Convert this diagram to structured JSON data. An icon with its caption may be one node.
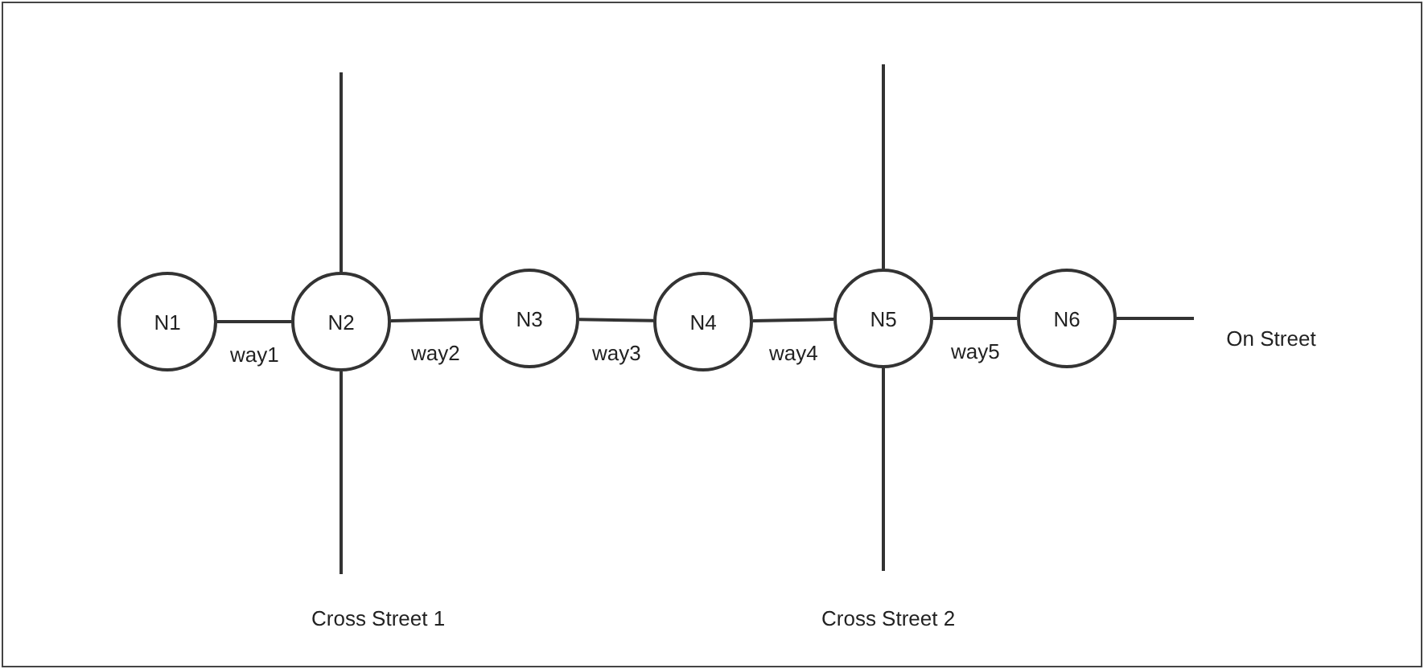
{
  "diagram": {
    "nodes": [
      {
        "text": [
          "N1"
        ]
      },
      {
        "text": [
          "N2"
        ]
      },
      {
        "text": [
          "N3"
        ]
      },
      {
        "text": [
          "N4"
        ]
      },
      {
        "text": [
          "N5"
        ]
      },
      {
        "text": [
          "N6"
        ]
      },
      {
        "text": [
          "On Street"
        ]
      }
    ],
    "edges": [
      {
        "from": 0,
        "to": 1,
        "arrow": "none",
        "label": "way1"
      },
      {
        "from": 1,
        "to": 2,
        "arrow": "none",
        "label": "way2"
      },
      {
        "from": 2,
        "to": 3,
        "arrow": "none",
        "label": "way3"
      },
      {
        "from": 3,
        "to": 4,
        "arrow": "none",
        "label": "way4"
      },
      {
        "from": 4,
        "to": 5,
        "arrow": "none",
        "label": "way5"
      },
      {
        "from": 5,
        "to": 6,
        "arrow": "none"
      },
      {
        "from": 1,
        "to": null,
        "arrow": "none"
      },
      {
        "from": 1,
        "to": null,
        "arrow": "none"
      },
      {
        "from": 4,
        "to": null,
        "arrow": "none"
      },
      {
        "from": 4,
        "to": null,
        "arrow": "none"
      }
    ],
    "labels": [
      "Cross Street 1",
      "Cross Street 2"
    ]
  }
}
